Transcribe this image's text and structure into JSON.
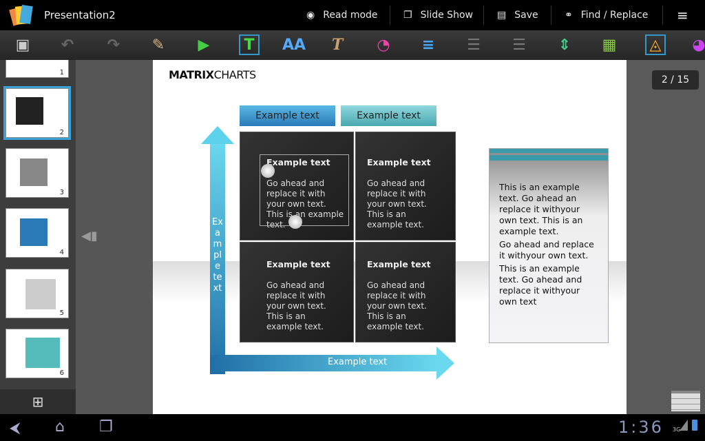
{
  "app": {
    "title": "Presentation2"
  },
  "topbar": {
    "read_mode": "Read mode",
    "slide_show": "Slide Show",
    "save": "Save",
    "find_replace": "Find / Replace"
  },
  "toolbar": {
    "icons": [
      "save-icon",
      "undo-icon",
      "redo-icon",
      "clipboard-edit-icon",
      "insert-media-icon",
      "text-box-icon",
      "font-size-icon",
      "text-style-icon",
      "text-color-icon",
      "align-icon",
      "bullet-list-icon",
      "numbered-list-icon",
      "line-spacing-icon",
      "insert-image-icon",
      "shape-icon",
      "color-wheel-icon"
    ]
  },
  "thumbnails": [
    {
      "num": "1"
    },
    {
      "num": "2"
    },
    {
      "num": "3"
    },
    {
      "num": "4"
    },
    {
      "num": "5"
    },
    {
      "num": "6"
    }
  ],
  "page_indicator": "2 / 15",
  "slide": {
    "title_bold": "MATRIX",
    "title_rest": "CHARTS",
    "col_headers": [
      "Example text",
      "Example text"
    ],
    "y_axis_label": "Example text",
    "x_axis_label": "Example text",
    "cells": [
      {
        "title": "Example text",
        "body": "Go ahead and replace it with your own text. This is an example text."
      },
      {
        "title": "Example text",
        "body": "Go ahead and replace it with your own text. This is an example text."
      },
      {
        "title": "Example text",
        "body": "Go ahead and replace it with your own text. This is an example text."
      },
      {
        "title": "Example text",
        "body": "Go ahead and replace it with your own text. This is an example text."
      }
    ],
    "side_box": [
      "This is an example text. Go ahead an replace it withyour own text. This is an example text.",
      "Go ahead and replace it withyour own text.",
      "This is an example text. Go ahead and replace it withyour own text"
    ]
  },
  "status": {
    "time": "1:36",
    "network": "3G"
  }
}
